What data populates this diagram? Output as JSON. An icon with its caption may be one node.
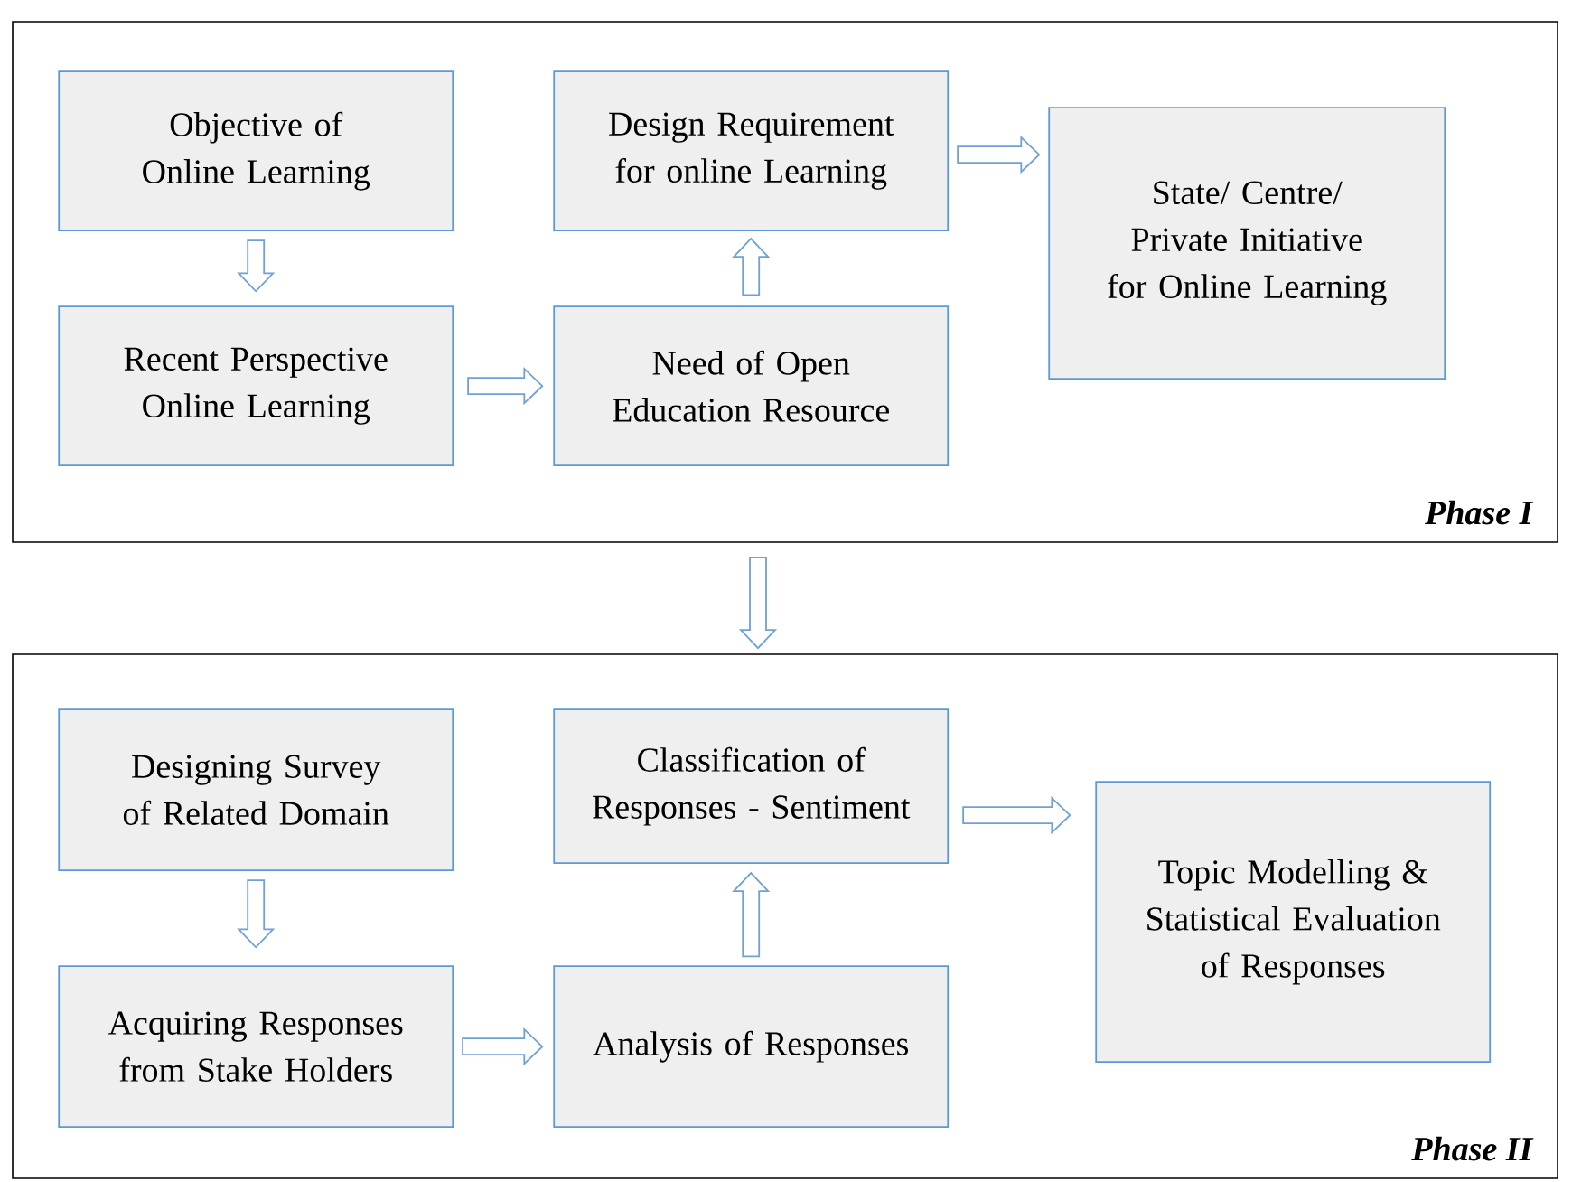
{
  "diagram": {
    "nodes": [
      {
        "text": [
          "Phase I"
        ]
      },
      {
        "text": [
          "Objective of Online Learning"
        ],
        "in": 0
      },
      {
        "text": [
          "Design Requirement for online Learning"
        ],
        "in": 0
      },
      {
        "text": [
          "State/ Centre/ Private Initiative for Online Learning"
        ],
        "in": 0
      },
      {
        "text": [
          "Recent Perspective Online Learning"
        ],
        "in": 0
      },
      {
        "text": [
          "Need of Open Education Resource"
        ],
        "in": 0
      },
      {
        "text": [
          "Phase II"
        ]
      },
      {
        "text": [
          "Designing Survey of Related Domain"
        ],
        "in": 6
      },
      {
        "text": [
          "Classification of Responses - Sentiment"
        ],
        "in": 6
      },
      {
        "text": [
          "Topic Modelling & Statistical Evaluation of Responses"
        ],
        "in": 6
      },
      {
        "text": [
          "Acquiring Responses from Stake Holders"
        ],
        "in": 6
      },
      {
        "text": [
          "Analysis of Responses"
        ],
        "in": 6
      }
    ],
    "edges": [
      {
        "from": 1,
        "to": 4,
        "arrow": "to"
      },
      {
        "from": 4,
        "to": 5,
        "arrow": "to"
      },
      {
        "from": 5,
        "to": 2,
        "arrow": "to"
      },
      {
        "from": 2,
        "to": 3,
        "arrow": "to"
      },
      {
        "from": 0,
        "to": 6,
        "arrow": "to"
      },
      {
        "from": 7,
        "to": 10,
        "arrow": "to"
      },
      {
        "from": 10,
        "to": 11,
        "arrow": "to"
      },
      {
        "from": 11,
        "to": 8,
        "arrow": "to"
      },
      {
        "from": 8,
        "to": 9,
        "arrow": "to"
      }
    ]
  }
}
